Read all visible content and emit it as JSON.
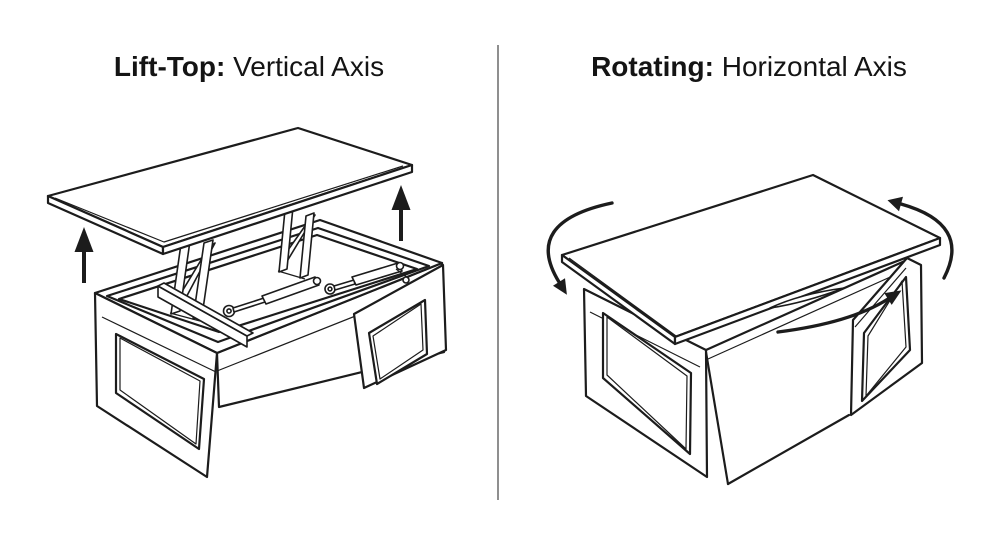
{
  "left_panel": {
    "title_bold": "Lift-Top:",
    "title_rest": " Vertical Axis",
    "illustration": "lift-top coffee table with raised top, scissor lift arms, gas struts and sled legs",
    "arrow_meaning": "two straight arrows pointing up (vertical lift motion)"
  },
  "right_panel": {
    "title_bold": "Rotating:",
    "title_rest": " Horizontal Axis",
    "illustration": "coffee table with top swiveled on base, sled legs",
    "arrow_meaning": "three curved arrows (horizontal rotation motion)"
  },
  "colors": {
    "line": "#1c1c1c",
    "divider": "#8f8f8f",
    "background": "#ffffff",
    "text": "#141414"
  }
}
